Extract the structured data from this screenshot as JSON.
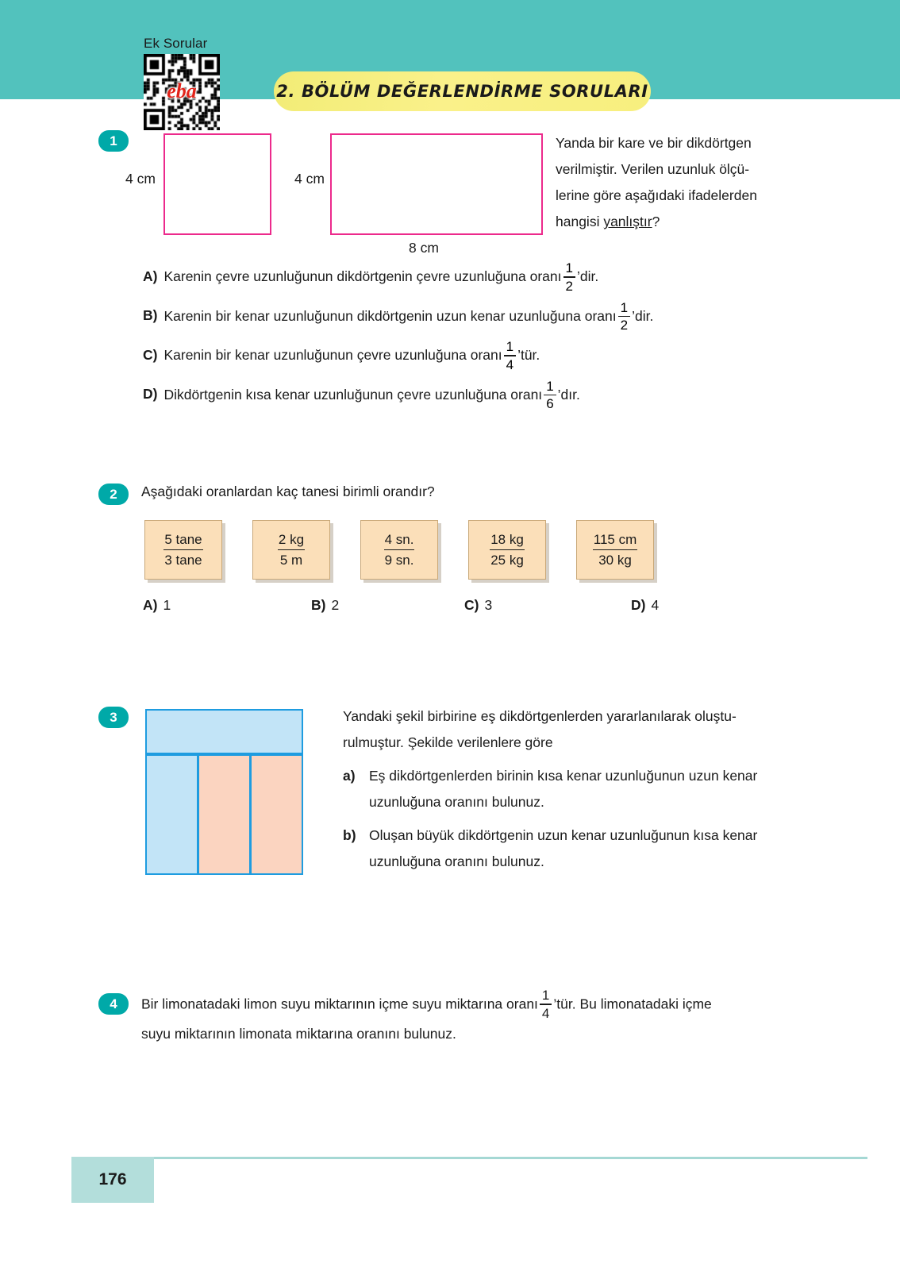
{
  "header": {
    "eba_label": "Ek Sorular",
    "eba_logo": "eba",
    "title": "2. BÖLÜM DEĞERLENDİRME SORULARI",
    "band_color": "#52c2bd",
    "banner_color": "#f7ef7e"
  },
  "colors": {
    "badge": "#00a9a8",
    "shape_pink": "#ec2a8c",
    "figure_blue": "#1e9ce0",
    "figure_blue_fill": "#c2e4f7",
    "figure_peach_fill": "#fbd4c0",
    "ratio_box_fill": "#fbdfb9",
    "footer": "#b3dedb"
  },
  "q1": {
    "number": "1",
    "square_label_height": "4 cm",
    "rect_label_height": "4 cm",
    "rect_label_width": "8 cm",
    "intro_lines": [
      "Yanda bir kare ve bir dikdörtgen",
      "verilmiştir. Verilen uzunluk ölçü-",
      "lerine göre aşağıdaki ifadelerden",
      "hangisi "
    ],
    "intro_underlined": "yanlıştır",
    "intro_tail": "?",
    "options": [
      {
        "letter": "A)",
        "before": "Karenin çevre uzunluğunun dikdörtgenin çevre uzunluğuna oranı",
        "num": "1",
        "den": "2",
        "after": "’dir."
      },
      {
        "letter": "B)",
        "before": "Karenin bir kenar uzunluğunun dikdörtgenin uzun kenar uzunluğuna oranı",
        "num": "1",
        "den": "2",
        "after": "’dir."
      },
      {
        "letter": "C)",
        "before": "Karenin bir kenar uzunluğunun çevre uzunluğuna oranı",
        "num": "1",
        "den": "4",
        "after": "’tür."
      },
      {
        "letter": "D)",
        "before": "Dikdörtgenin kısa kenar uzunluğunun çevre uzunluğuna oranı",
        "num": "1",
        "den": "6",
        "after": "’dır."
      }
    ]
  },
  "q2": {
    "number": "2",
    "prompt": "Aşağıdaki oranlardan kaç tanesi birimli orandır?",
    "ratios": [
      {
        "num": "5 tane",
        "den": "3 tane"
      },
      {
        "num": "2 kg",
        "den": "5 m"
      },
      {
        "num": "4 sn.",
        "den": "9 sn."
      },
      {
        "num": "18 kg",
        "den": "25 kg"
      },
      {
        "num": "115 cm",
        "den": "30 kg"
      }
    ],
    "answers": [
      {
        "letter": "A)",
        "value": "1"
      },
      {
        "letter": "B)",
        "value": "2"
      },
      {
        "letter": "C)",
        "value": "3"
      },
      {
        "letter": "D)",
        "value": "4"
      }
    ]
  },
  "q3": {
    "number": "3",
    "intro_line1": "Yandaki şekil birbirine eş dikdörtgenlerden yararlanılarak oluştu-",
    "intro_line2": "rulmuştur. Şekilde verilenlere göre",
    "sub": [
      {
        "marker": "a)",
        "line1": "Eş dikdörtgenlerden birinin kısa kenar uzunluğunun uzun kenar",
        "line2": "uzunluğuna oranını bulunuz."
      },
      {
        "marker": "b)",
        "line1": "Oluşan büyük dikdörtgenin uzun kenar uzunluğunun kısa kenar",
        "line2": "uzunluğuna oranını bulunuz."
      }
    ]
  },
  "q4": {
    "number": "4",
    "line1_before": "Bir limonatadaki limon suyu miktarının içme suyu miktarına oranı",
    "num": "1",
    "den": "4",
    "line1_after": "’tür. Bu limonatadaki içme",
    "line2": "suyu miktarının limonata miktarına oranını bulunuz."
  },
  "footer": {
    "page_number": "176"
  }
}
